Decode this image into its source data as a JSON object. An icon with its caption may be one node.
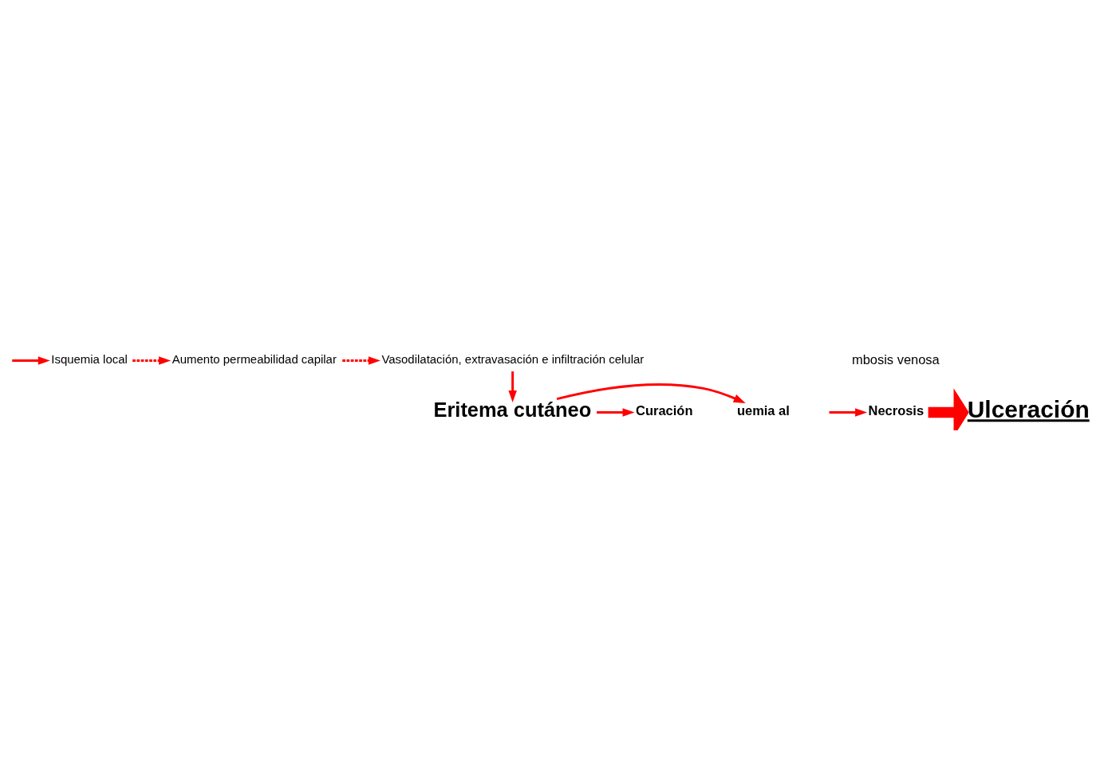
{
  "diagram": {
    "nodes": [
      {
        "text": [
          "Isquemia local"
        ]
      },
      {
        "text": [
          "Aumento permeabilidad capilar"
        ]
      },
      {
        "text": [
          "Vasodilatación, extravasación e infiltración celular"
        ]
      },
      {
        "text": [
          "Eritema cutáneo"
        ]
      },
      {
        "text": [
          "uemia al"
        ]
      },
      {
        "text": [
          "Curación"
        ]
      },
      {
        "text": [
          "mbosis venosa"
        ]
      },
      {
        "text": [
          "Necrosis"
        ]
      },
      {
        "text": [
          "Ulceración"
        ]
      }
    ],
    "edges": [
      {
        "from": null,
        "to": 0,
        "arrow": "to"
      },
      {
        "from": 0,
        "to": 1,
        "arrow": "to",
        "style": "dashed"
      },
      {
        "from": 1,
        "to": 2,
        "arrow": "to",
        "style": "dashed"
      },
      {
        "from": 2,
        "to": 3,
        "arrow": "to"
      },
      {
        "from": 3,
        "to": 4,
        "arrow": "to"
      },
      {
        "from": 3,
        "to": 5,
        "arrow": "to"
      },
      {
        "from": null,
        "to": 7,
        "arrow": "to"
      },
      {
        "from": 7,
        "to": 8,
        "arrow": "to",
        "style": "thick"
      }
    ]
  }
}
